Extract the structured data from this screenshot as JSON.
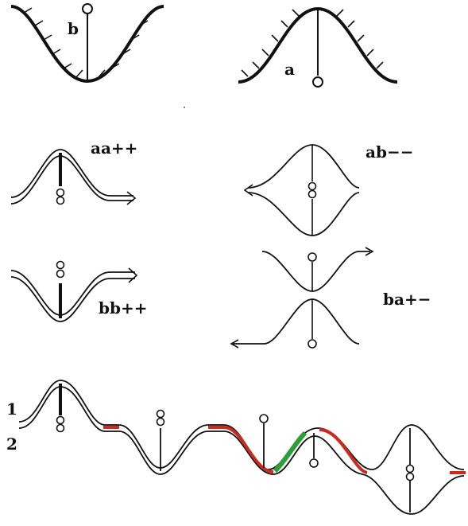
{
  "labels": {
    "b": "b",
    "a": "a",
    "aa": "aa++",
    "ab": "ab−−",
    "bb": "bb++",
    "ba": "ba+−",
    "line1": "1",
    "line2": "2"
  },
  "o": "O",
  "colors": {
    "stroke": "#111111",
    "highlight_red": "#cc2a1e",
    "highlight_green": "#2e9e3a",
    "background": "#ffffff"
  }
}
